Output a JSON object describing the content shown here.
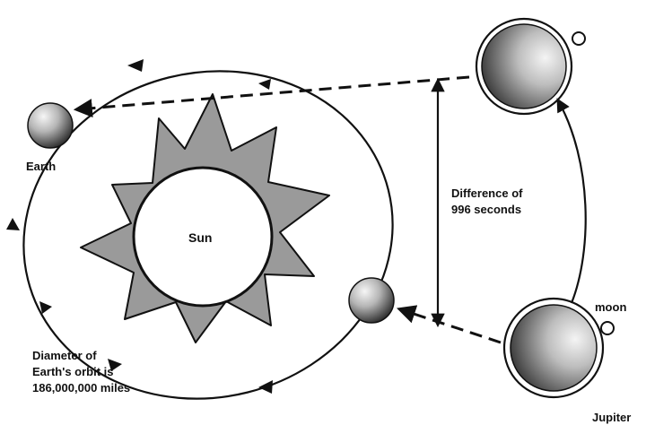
{
  "labels": {
    "sun": "Sun",
    "earth": "Earth",
    "moon": "moon",
    "jupiter": "Jupiter",
    "difference_line1": "Difference of",
    "difference_line2": "996 seconds",
    "diameter_line1": "Diameter of",
    "diameter_line2": "Earth's orbit is",
    "diameter_line3": "186,000,000 miles"
  },
  "colors": {
    "ink": "#111111",
    "sun_halo": "#9a9a9a",
    "planet_light": "#f4f4f4",
    "planet_dark": "#2a2a2a"
  }
}
